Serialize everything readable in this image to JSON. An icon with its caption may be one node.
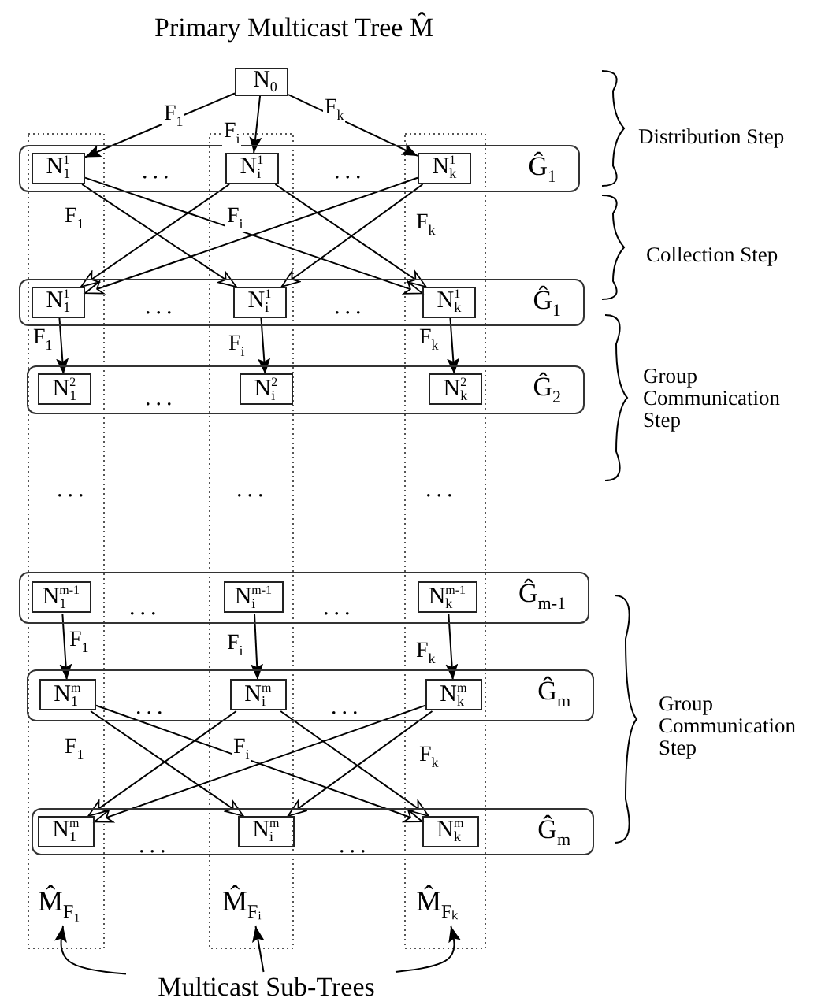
{
  "diagram": {
    "title": "Primary Multicast Tree M̂",
    "nodes": [
      {
        "text": [
          "N$_{0}$"
        ]
      },
      {
        "text": [
          "Ĝ$_{1}$"
        ]
      },
      {
        "text": [
          "N$_{1}$$^{1}$"
        ],
        "in": 1
      },
      {
        "text": [
          "N$_{i}$$^{1}$"
        ],
        "in": 1
      },
      {
        "text": [
          "N$_{k}$$^{1}$"
        ],
        "in": 1
      },
      {
        "text": [
          "Ĝ$_{1}$"
        ]
      },
      {
        "text": [
          "N$_{1}$$^{1}$"
        ],
        "in": 5
      },
      {
        "text": [
          "N$_{i}$$^{1}$"
        ],
        "in": 5
      },
      {
        "text": [
          "N$_{k}$$^{1}$"
        ],
        "in": 5
      },
      {
        "text": [
          "Ĝ$_{2}$"
        ]
      },
      {
        "text": [
          "N$_{1}$$^{2}$"
        ],
        "in": 9
      },
      {
        "text": [
          "N$_{i}$$^{2}$"
        ],
        "in": 9
      },
      {
        "text": [
          "N$_{k}$$^{2}$"
        ],
        "in": 9
      },
      {
        "text": [
          "Ĝ$_{m-1}$"
        ]
      },
      {
        "text": [
          "N$_{1}$$^{m-1}$"
        ],
        "in": 13
      },
      {
        "text": [
          "N$_{i}$$^{m-1}$"
        ],
        "in": 13
      },
      {
        "text": [
          "N$_{k}$$^{m-1}$"
        ],
        "in": 13
      },
      {
        "text": [
          "Ĝ$_{m}$"
        ]
      },
      {
        "text": [
          "N$_{1}$$^{m}$"
        ],
        "in": 17
      },
      {
        "text": [
          "N$_{i}$$^{m}$"
        ],
        "in": 17
      },
      {
        "text": [
          "N$_{k}$$^{m}$"
        ],
        "in": 17
      },
      {
        "text": [
          "Ĝ$_{m}$"
        ]
      },
      {
        "text": [
          "N$_{1}$$^{m}$"
        ],
        "in": 21
      },
      {
        "text": [
          "N$_{i}$$^{m}$"
        ],
        "in": 21
      },
      {
        "text": [
          "N$_{k}$$^{m}$"
        ],
        "in": 21
      },
      {
        "text": [
          "M̂$_{F₁}$"
        ]
      },
      {
        "text": [
          "M̂$_{Fᵢ}$"
        ]
      },
      {
        "text": [
          "M̂$_{Fₖ}$"
        ]
      },
      {
        "text": [
          "Multicast Sub-Trees"
        ]
      }
    ],
    "edges": [
      {
        "from": 0,
        "to": 2,
        "arrow": "to",
        "label": "F$_{1}$"
      },
      {
        "from": 0,
        "to": 3,
        "arrow": "to",
        "label": "F$_{i}$"
      },
      {
        "from": 0,
        "to": 4,
        "arrow": "to",
        "label": "F$_{k}$"
      },
      {
        "from": 2,
        "to": 7,
        "arrow": "to",
        "label": "F$_{1}$"
      },
      {
        "from": 2,
        "to": 8,
        "arrow": "to"
      },
      {
        "from": 3,
        "to": 6,
        "arrow": "to",
        "label": "F$_{i}$"
      },
      {
        "from": 3,
        "to": 8,
        "arrow": "to"
      },
      {
        "from": 4,
        "to": 6,
        "arrow": "to",
        "label": "F$_{k}$"
      },
      {
        "from": 4,
        "to": 7,
        "arrow": "to"
      },
      {
        "from": 6,
        "to": 10,
        "arrow": "to",
        "label": "F$_{1}$"
      },
      {
        "from": 7,
        "to": 11,
        "arrow": "to",
        "label": "F$_{i}$"
      },
      {
        "from": 8,
        "to": 12,
        "arrow": "to",
        "label": "F$_{k}$"
      },
      {
        "from": 14,
        "to": 18,
        "arrow": "to",
        "label": "F$_{1}$"
      },
      {
        "from": 15,
        "to": 19,
        "arrow": "to",
        "label": "F$_{i}$"
      },
      {
        "from": 16,
        "to": 20,
        "arrow": "to",
        "label": "F$_{k}$"
      },
      {
        "from": 18,
        "to": 23,
        "arrow": "to",
        "label": "F$_{1}$"
      },
      {
        "from": 18,
        "to": 24,
        "arrow": "to"
      },
      {
        "from": 19,
        "to": 22,
        "arrow": "to",
        "label": "F$_{i}$"
      },
      {
        "from": 19,
        "to": 24,
        "arrow": "to"
      },
      {
        "from": 20,
        "to": 22,
        "arrow": "to",
        "label": "F$_{k}$"
      },
      {
        "from": 20,
        "to": 23,
        "arrow": "to"
      },
      {
        "from": 28,
        "to": 25,
        "arrow": "to"
      },
      {
        "from": 28,
        "to": 26,
        "arrow": "to"
      },
      {
        "from": 28,
        "to": 27,
        "arrow": "to"
      }
    ],
    "labels": [
      "...",
      "...",
      "Distribution Step",
      "Collection Step",
      "...",
      "...",
      "Group Communication Step",
      "...",
      "...",
      "...",
      "...",
      "...",
      "...",
      "...",
      "...",
      "Group Communication Step",
      "...",
      "..."
    ]
  }
}
